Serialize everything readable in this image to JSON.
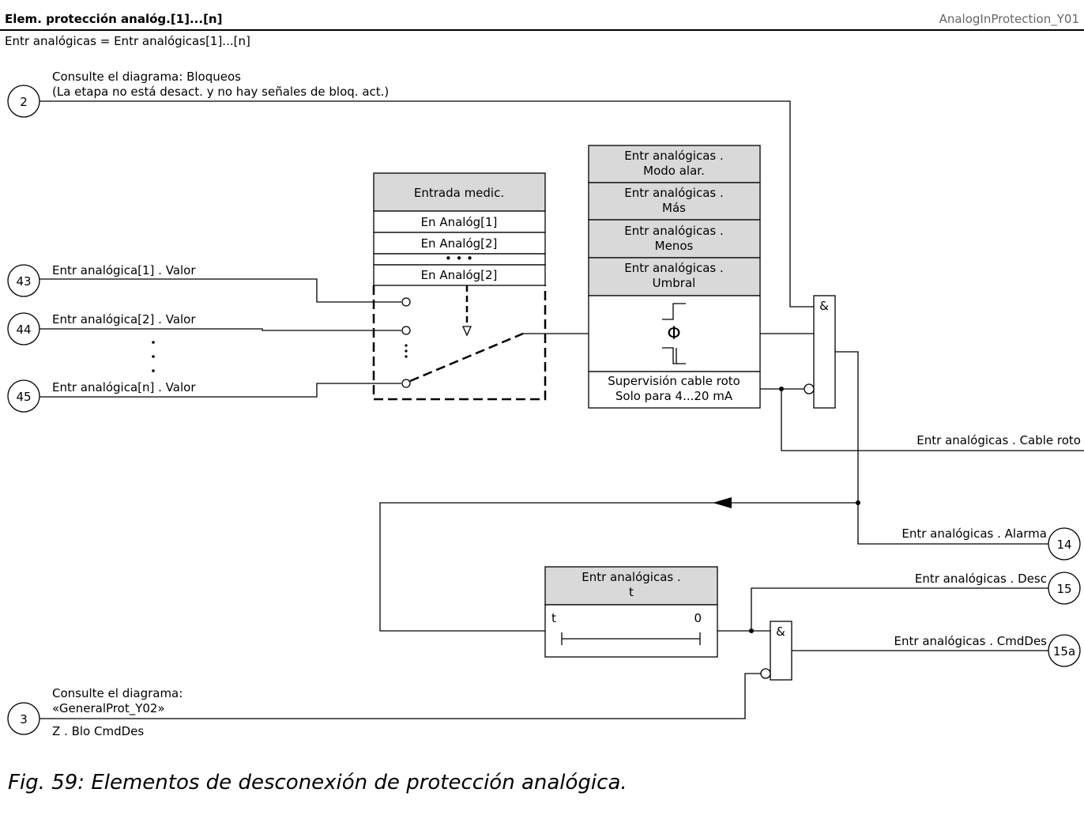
{
  "header": {
    "title": "Elem. protección analóg.[1]...[n]",
    "diagram_id": "AnalogInProtection_Y01",
    "subtitle": "Entr analógicas = Entr analógicas[1]...[n]"
  },
  "inputs": {
    "blocking": {
      "number": "2",
      "line1": "Consulte el diagrama: Bloqueos",
      "line2": "(La etapa no está desact. y no hay señales de bloq. act.)"
    },
    "in1": {
      "number": "43",
      "label": "Entr analógica[1] . Valor"
    },
    "in2": {
      "number": "44",
      "label": "Entr analógica[2] . Valor"
    },
    "inn": {
      "number": "45",
      "label": "Entr analógica[n] . Valor"
    },
    "general": {
      "number": "3",
      "line1": "Consulte el diagrama:",
      "line2": "«GeneralProt_Y02»",
      "signal": "Z . Blo CmdDes"
    }
  },
  "selector": {
    "header": "Entrada medic.",
    "rows": [
      "En Analóg[1]",
      "En Analóg[2]",
      "• • •",
      "En Analóg[2]"
    ]
  },
  "settings": {
    "rows": [
      {
        "line1": "Entr analógicas .",
        "line2": "Modo alar."
      },
      {
        "line1": "Entr analógicas .",
        "line2": "Más"
      },
      {
        "line1": "Entr analógicas .",
        "line2": "Menos"
      },
      {
        "line1": "Entr analógicas .",
        "line2": "Umbral"
      }
    ],
    "phi_symbol": "Φ",
    "supervision_line1": "Supervisión cable roto",
    "supervision_line2": "Solo para 4...20 mA"
  },
  "logic": {
    "and_symbol": "&"
  },
  "timer": {
    "line1": "Entr analógicas .",
    "line2": "t",
    "t_label": "t",
    "zero_label": "0"
  },
  "outputs": {
    "cable_roto": {
      "label": "Entr analógicas . Cable roto"
    },
    "alarma": {
      "number": "14",
      "label": "Entr analógicas . Alarma"
    },
    "desc": {
      "number": "15",
      "label": "Entr analógicas . Desc"
    },
    "cmddes": {
      "number": "15a",
      "label": "Entr analógicas . CmdDes"
    }
  },
  "caption": "Fig. 59: Elementos de desconexión de protección analógica."
}
